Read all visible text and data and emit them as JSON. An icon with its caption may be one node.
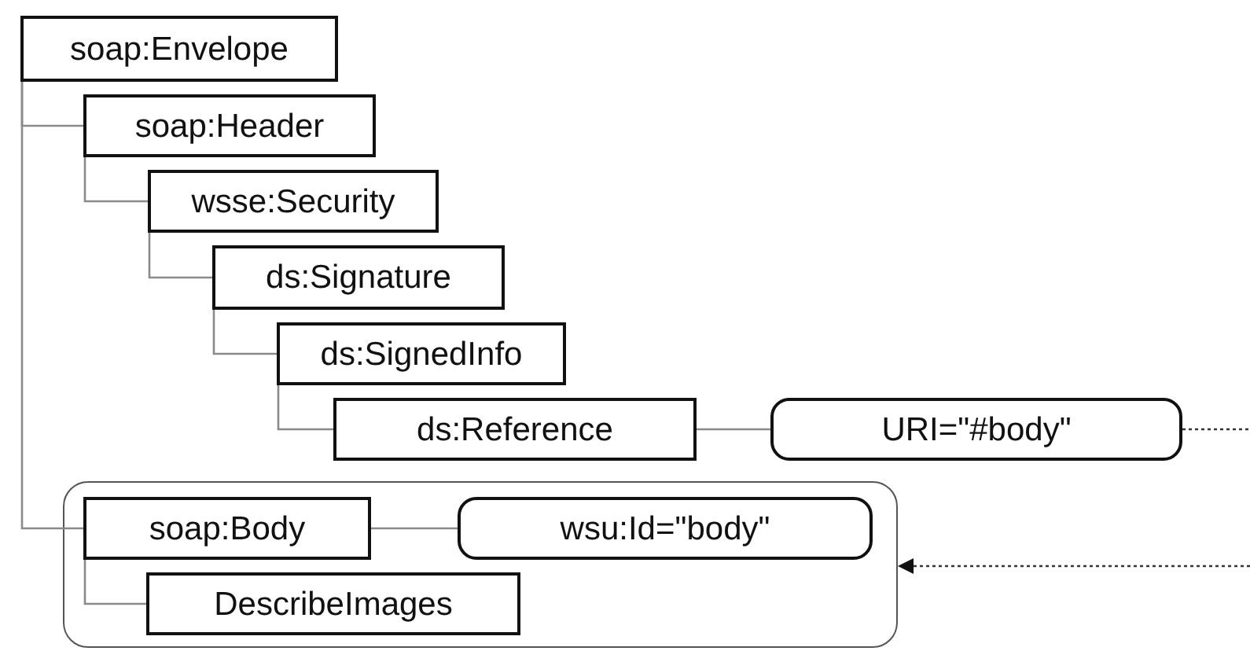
{
  "diagram": {
    "nodes": [
      {
        "text": [
          "soap:Envelope"
        ]
      },
      {
        "text": [
          "soap:Header"
        ]
      },
      {
        "text": [
          "wsse:Security"
        ]
      },
      {
        "text": [
          "ds:Signature"
        ]
      },
      {
        "text": [
          "ds:SignedInfo"
        ]
      },
      {
        "text": [
          "ds:Reference"
        ]
      },
      {
        "text": [
          "URI=\"#body\""
        ]
      },
      {
        "text": [],
        "shape": "box"
      },
      {
        "text": [
          "soap:Body"
        ],
        "in": 7
      },
      {
        "text": [
          "wsu:Id=\"body\""
        ],
        "in": 7
      },
      {
        "text": [
          "DescribeImages"
        ],
        "in": 7
      }
    ],
    "edges": [
      {
        "from": 0,
        "to": 1,
        "arrow": "none"
      },
      {
        "from": 1,
        "to": 2,
        "arrow": "none"
      },
      {
        "from": 2,
        "to": 3,
        "arrow": "none"
      },
      {
        "from": 3,
        "to": 4,
        "arrow": "none"
      },
      {
        "from": 4,
        "to": 5,
        "arrow": "none"
      },
      {
        "from": 5,
        "to": 6,
        "arrow": "none"
      },
      {
        "from": 6,
        "to": null,
        "arrow": "none",
        "style": "dashed",
        "color": "#333333"
      },
      {
        "from": 0,
        "to": 8,
        "arrow": "none"
      },
      {
        "from": 8,
        "to": 9,
        "arrow": "none"
      },
      {
        "from": 8,
        "to": 10,
        "arrow": "none"
      },
      {
        "from": null,
        "to": 7,
        "arrow": "to",
        "style": "dashed",
        "color": "#333333"
      }
    ]
  }
}
